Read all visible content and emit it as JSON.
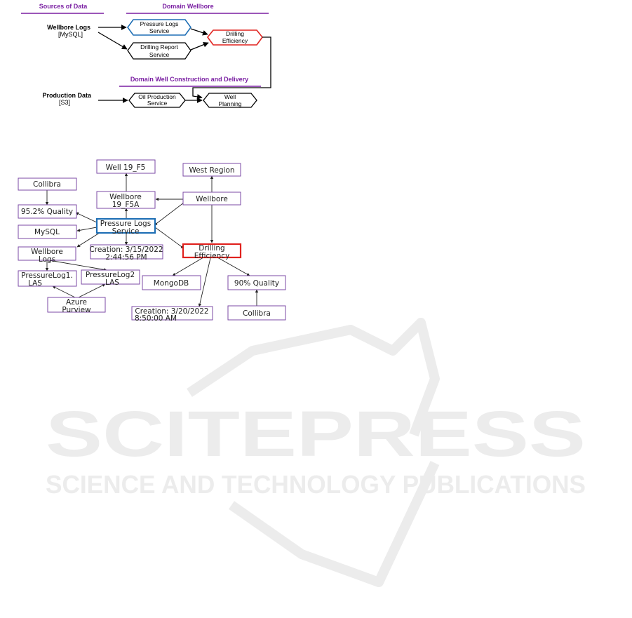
{
  "top_diagram": {
    "headers": {
      "sources": "Sources of Data",
      "wellbore": "Domain Wellbore",
      "construction": "Domain Well Construction and Delivery"
    },
    "sources": {
      "wellbore_logs": {
        "title": "Wellbore Logs",
        "sub": "[MySQL]"
      },
      "production_data": {
        "title": "Production Data",
        "sub": "[S3]"
      }
    },
    "services": {
      "pressure_logs": [
        "Pressure Logs",
        "Service"
      ],
      "drilling_report": [
        "Drilling Report",
        "Service"
      ],
      "drilling_efficiency": [
        "Drilling",
        "Efficiency"
      ],
      "oil_production": [
        "Oil Production",
        "Service"
      ],
      "well_planning": [
        "Well",
        "Planning"
      ]
    },
    "colors": {
      "header": "#7a1fa2",
      "pressure_logs_border": "#1f6fb5",
      "drilling_efficiency_border": "#e0221e"
    }
  },
  "lineage_graph": {
    "nodes": {
      "well": [
        "Well 19_F5"
      ],
      "west_region": [
        "West Region"
      ],
      "collibra_left": [
        "Collibra"
      ],
      "wellbore_19": [
        "Wellbore",
        "19_F5A"
      ],
      "wellbore": [
        "Wellbore"
      ],
      "quality_95": [
        "95.2% Quality"
      ],
      "pressure_logs_service": [
        "Pressure Logs",
        "Service"
      ],
      "mysql": [
        "MySQL"
      ],
      "creation_1": [
        "Creation: 3/15/2022",
        "2:44:56 PM"
      ],
      "drilling_efficiency": [
        "Drilling",
        "Efficiency"
      ],
      "wellbore_logs": [
        "Wellbore",
        "Logs"
      ],
      "pressure_log1": [
        "PressureLog1.",
        "LAS"
      ],
      "pressure_log2": [
        "PressureLog2",
        "LAS"
      ],
      "mongodb": [
        "MongoDB"
      ],
      "quality_90": [
        "90% Quality"
      ],
      "azure_purview": [
        "Azure",
        "Purview"
      ],
      "creation_2": [
        "Creation: 3/20/2022",
        "8:50:00 AM"
      ],
      "collibra_right": [
        "Collibra"
      ]
    },
    "colors": {
      "node_border": "#7b4aa6",
      "pressure_logs_border": "#1f6fb5",
      "drilling_efficiency_border": "#e0221e"
    }
  },
  "watermark": {
    "line1": "SCITEPRESS",
    "line2": "SCIENCE AND TECHNOLOGY PUBLICATIONS"
  }
}
